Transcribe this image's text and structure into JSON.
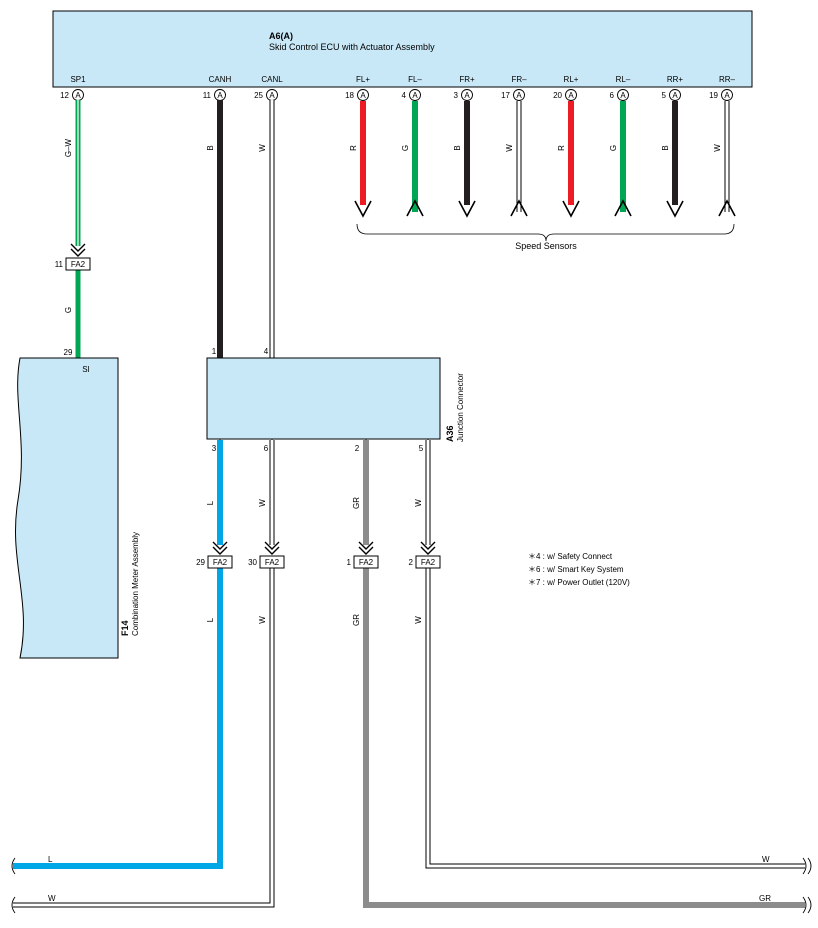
{
  "colors": {
    "ecu_fill": "#c9e8f7",
    "green": "#00a651",
    "black": "#231f20",
    "red": "#ed1c24",
    "blue": "#00a6e6",
    "gray": "#8c8c8c"
  },
  "ecu": {
    "code": "A6(A)",
    "name": "Skid Control ECU with Actuator Assembly",
    "connector_letter": "A",
    "pins": [
      {
        "signal": "SP1",
        "pin": "12",
        "wire": "G–W"
      },
      {
        "signal": "CANH",
        "pin": "11",
        "wire": "B"
      },
      {
        "signal": "CANL",
        "pin": "25",
        "wire": "W"
      },
      {
        "signal": "FL+",
        "pin": "18",
        "wire": "R"
      },
      {
        "signal": "FL–",
        "pin": "4",
        "wire": "G"
      },
      {
        "signal": "FR+",
        "pin": "3",
        "wire": "B"
      },
      {
        "signal": "FR–",
        "pin": "17",
        "wire": "W"
      },
      {
        "signal": "RL+",
        "pin": "20",
        "wire": "R"
      },
      {
        "signal": "RL–",
        "pin": "6",
        "wire": "G"
      },
      {
        "signal": "RR+",
        "pin": "5",
        "wire": "B"
      },
      {
        "signal": "RR–",
        "pin": "19",
        "wire": "W"
      }
    ]
  },
  "speed_sensors_label": "Speed Sensors",
  "connectors": [
    {
      "name": "FA2",
      "pin": "11"
    },
    {
      "name": "FA2",
      "pin": "29"
    },
    {
      "name": "FA2",
      "pin": "30"
    },
    {
      "name": "FA2",
      "pin": "1"
    },
    {
      "name": "FA2",
      "pin": "2"
    }
  ],
  "combination_meter": {
    "code": "F14",
    "name": "Combination Meter Assembly",
    "pin": "29",
    "signal": "SI"
  },
  "junction": {
    "code": "A36",
    "name": "Junction Connector",
    "top_pins": [
      "1",
      "4"
    ],
    "bottom_pins": [
      "3",
      "6",
      "2",
      "5"
    ]
  },
  "wire_labels": {
    "sp1_lower": "G",
    "j3": "L",
    "j6": "W",
    "j2": "GR",
    "j5": "W",
    "fa29": "L",
    "fa30": "W",
    "fa1": "GR",
    "fa2": "W",
    "bottom_l": "L",
    "bottom_w_left": "W",
    "bottom_w_right": "W",
    "bottom_gr": "GR"
  },
  "notes": [
    "＊4 : w/ Safety Connect",
    "＊6 : w/ Smart Key System",
    "＊7 : w/ Power Outlet (120V)"
  ]
}
